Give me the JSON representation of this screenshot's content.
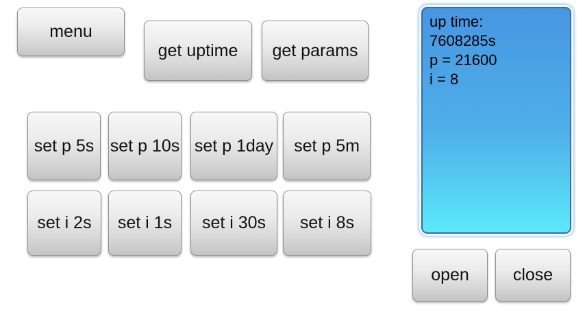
{
  "toolbar": {
    "menu_label": "menu",
    "get_uptime_label": "get uptime",
    "get_params_label": "get params"
  },
  "period_buttons": [
    "set p 5s",
    "set p 10s",
    "set p 1day",
    "set p 5m"
  ],
  "interval_buttons": [
    "set i 2s",
    "set i 1s",
    "set i 30s",
    "set i 8s"
  ],
  "status_panel": {
    "lines": [
      "up time:",
      "7608285s",
      "p = 21600",
      "i = 8"
    ],
    "uptime_seconds": "7608285s",
    "p_value": "21600",
    "i_value": "8"
  },
  "valve_buttons": {
    "open_label": "open",
    "close_label": "close"
  },
  "colors": {
    "background": "#ffffff",
    "button_face_top": "#f8f8f8",
    "button_face_bottom": "#c4c4c4",
    "button_border": "#8f8f8f",
    "button_text": "#111111",
    "panel_gradient_top": "#4796e2",
    "panel_gradient_bottom": "#5be9fa",
    "panel_border": "#3a6ca8",
    "panel_text": "#000000"
  }
}
